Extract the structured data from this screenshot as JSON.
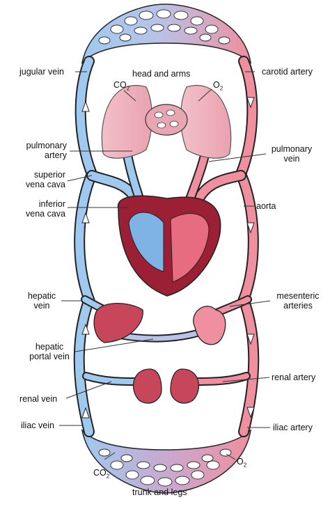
{
  "labels": {
    "jugular_vein": "jugular vein",
    "head_and_arms": "head and arms",
    "carotid_artery": "carotid artery",
    "pulmonary_artery_1": "pulmonary",
    "pulmonary_artery_2": "artery",
    "pulmonary_vein_1": "pulmonary",
    "pulmonary_vein_2": "vein",
    "superior_vena_cava_1": "superior",
    "superior_vena_cava_2": "vena cava",
    "inferior_vena_cava_1": "inferior",
    "inferior_vena_cava_2": "vena cava",
    "aorta": "aorta",
    "hepatic_vein_1": "hepatic",
    "hepatic_vein_2": "vein",
    "mesenteric_arteries_1": "mesenteric",
    "mesenteric_arteries_2": "arteries",
    "hepatic_portal_vein_1": "hepatic",
    "hepatic_portal_vein_2": "portal vein",
    "renal_artery": "renal artery",
    "renal_vein": "renal vein",
    "iliac_vein": "iliac vein",
    "iliac_artery": "iliac artery",
    "trunk_and_legs": "trunk and legs"
  },
  "gases": {
    "co2_top": "CO",
    "co2_top_sub": "2",
    "o2_top": "O",
    "o2_top_sub": "2",
    "co2_bottom": "CO",
    "co2_bottom_sub": "2",
    "o2_bottom": "O",
    "o2_bottom_sub": "2"
  },
  "colors": {
    "deoxygenated": "#9fc9ef",
    "deoxygenated_dark": "#4a7fb8",
    "oxygenated": "#ef8f9f",
    "oxygenated_dark": "#b84060",
    "organ": "#c8465a",
    "outline": "#222222"
  }
}
